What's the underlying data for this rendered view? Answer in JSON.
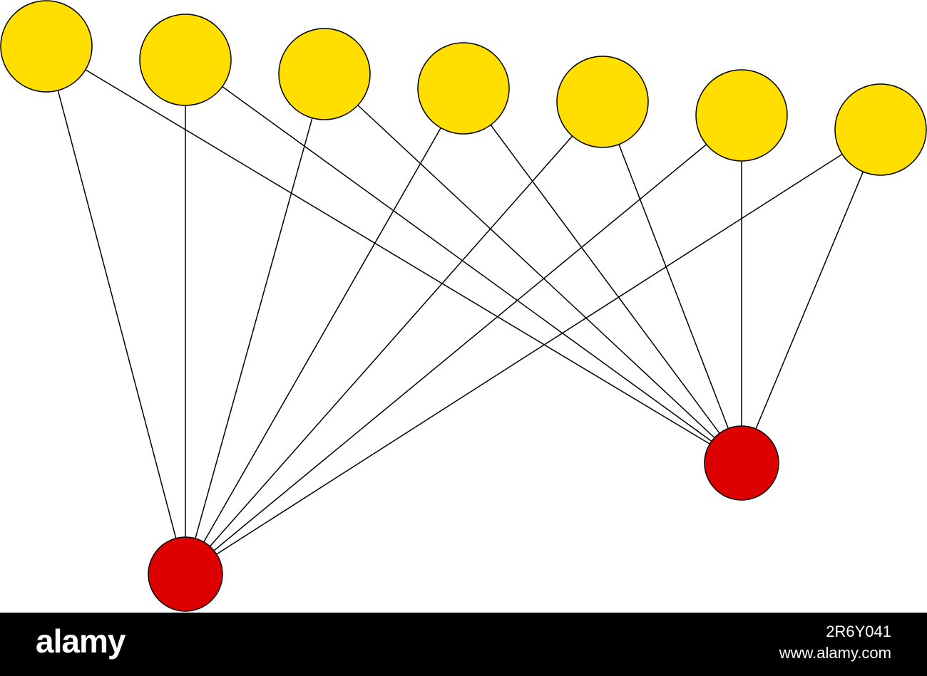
{
  "diagram": {
    "colors": {
      "top_node_fill": "#FFDE00",
      "bottom_node_fill": "#DD0000",
      "stroke": "#000000",
      "edge": "#000000"
    },
    "top_nodes": [
      {
        "id": "t1"
      },
      {
        "id": "t2"
      },
      {
        "id": "t3"
      },
      {
        "id": "t4"
      },
      {
        "id": "t5"
      },
      {
        "id": "t6"
      },
      {
        "id": "t7"
      }
    ],
    "bottom_nodes": [
      {
        "id": "b1"
      },
      {
        "id": "b2"
      }
    ],
    "edges": [
      [
        "t1",
        "b1"
      ],
      [
        "t2",
        "b1"
      ],
      [
        "t3",
        "b1"
      ],
      [
        "t4",
        "b1"
      ],
      [
        "t5",
        "b1"
      ],
      [
        "t6",
        "b1"
      ],
      [
        "t7",
        "b1"
      ],
      [
        "t1",
        "b2"
      ],
      [
        "t2",
        "b2"
      ],
      [
        "t3",
        "b2"
      ],
      [
        "t4",
        "b2"
      ],
      [
        "t5",
        "b2"
      ],
      [
        "t6",
        "b2"
      ],
      [
        "t7",
        "b2"
      ]
    ]
  },
  "watermark": {
    "brand": "alamy",
    "image_id": "2R6Y041",
    "url": "www.alamy.com",
    "background": "#000000",
    "text_color": "#FFFFFF"
  }
}
